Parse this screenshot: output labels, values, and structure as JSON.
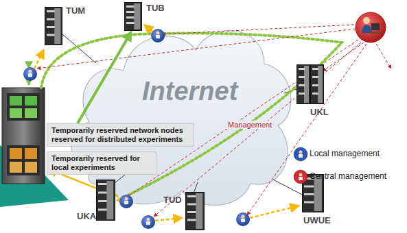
{
  "diagram": {
    "nodes": [
      {
        "text": [
          "Internet"
        ]
      },
      {
        "text": [
          "TUM"
        ]
      },
      {
        "text": [
          "TUB"
        ]
      },
      {
        "text": [
          "UKL"
        ]
      },
      {
        "text": [
          "UKA"
        ]
      },
      {
        "text": [
          "TUD"
        ]
      },
      {
        "text": [
          "UWUE"
        ]
      },
      {
        "text": [
          "Temporarily reserved network nodes reserved for distributed experiments"
        ]
      },
      {
        "text": [
          "Temporarily reserved for local experiments"
        ]
      }
    ],
    "edges": [
      {
        "from": 7,
        "to": 2,
        "arrow": "to"
      }
    ],
    "labels": [
      "Management"
    ],
    "legend": [
      {
        "text": "Local management",
        "color": "#2a56b8"
      },
      {
        "text": "Central management",
        "color": "#d42a2a"
      }
    ]
  }
}
